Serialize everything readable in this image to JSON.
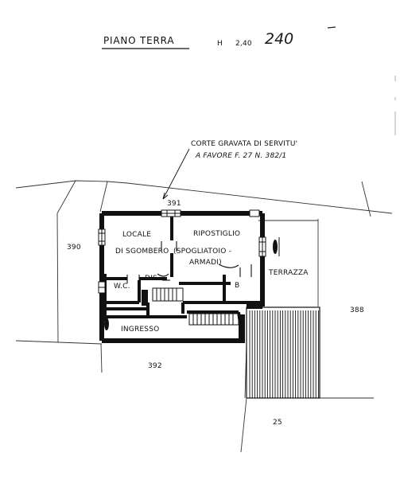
{
  "header": {
    "title": "PIANO TERRA",
    "height_label": "H",
    "height_value": "2,40",
    "handwritten_height": "240"
  },
  "easement": {
    "line1": "CORTE GRAVATA DI SERVITU'",
    "line2": "A FAVORE F. 27 N. 382/1"
  },
  "parcels": {
    "north": "391",
    "west": "390",
    "east": "388",
    "south": "392",
    "southeast": "25"
  },
  "rooms": {
    "locale_line1": "LOCALE",
    "locale_line2": "DI SGOMBERO",
    "ripostiglio": "RIPOSTIGLIO",
    "spogliatoio_line1": "(SPOGLIATOIO -",
    "spogliatoio_line2": "ARMADI)",
    "terrazza": "TERRAZZA",
    "wc": "W.C.",
    "dis": "DIS.",
    "b": "B",
    "ingresso": "INGRESSO"
  },
  "colors": {
    "ink": "#111111",
    "paper": "#ffffff"
  }
}
